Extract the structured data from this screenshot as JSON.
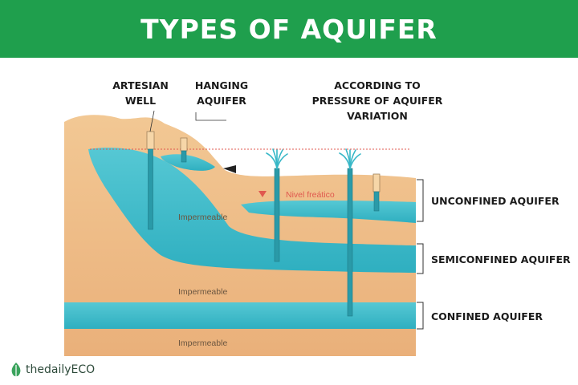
{
  "header": {
    "title": "TYPES OF AQUIFER"
  },
  "top_labels": {
    "artesian_well": [
      "ARTESIAN",
      "WELL"
    ],
    "hanging_aquifer": [
      "HANGING",
      "AQUIFER"
    ],
    "pressure_variation": [
      "ACCORDING TO",
      "PRESSURE OF AQUIFER",
      "VARIATION"
    ]
  },
  "diagram": {
    "water_table_label": "Nivel freático",
    "impermeable_labels": [
      "Impermeable",
      "Impermeable",
      "Impermeable"
    ]
  },
  "side_labels": {
    "unconfined": "UNCONFINED AQUIFER",
    "semiconfined": "SEMICONFINED AQUIFER",
    "confined": "CONFINED AQUIFER"
  },
  "logo": {
    "text": "thedailyECO"
  },
  "colors": {
    "banner": "#1f9f4d",
    "sand": "#f0c08c",
    "water": "#3fbdcc",
    "water_table_line": "#e0584f"
  }
}
